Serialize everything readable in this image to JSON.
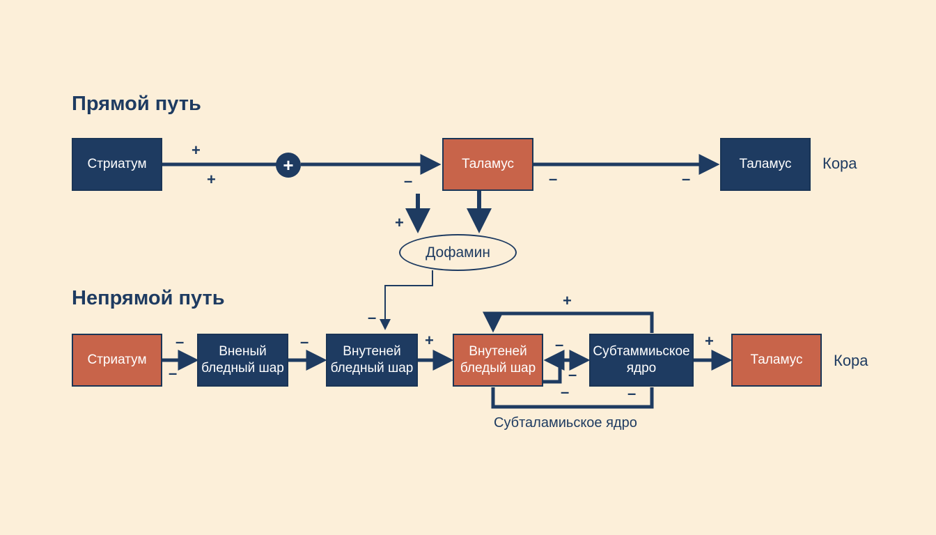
{
  "direct": {
    "title": "Прямой путь",
    "striatum": "Стриатум",
    "node": "+",
    "thalamus1": "Таламус",
    "thalamus2": "Таламус",
    "cortex": "Кора"
  },
  "dopamine": "Дофамин",
  "indirect": {
    "title": "Непрямой путь",
    "striatum": "Стриатум",
    "gpe1": "Вненый\nбледный шар",
    "gpe2": "Внутеней\nбледный шар",
    "gpi": "Внутеней\nбледый шар",
    "stn": "Субтаммиьское\nядро",
    "thalamus": "Таламус",
    "cortex": "Кора",
    "bottom_label": "Субталамиьское ядро"
  },
  "signs": {
    "plus": "+",
    "minus": "–"
  },
  "colors": {
    "background": "#fcefd9",
    "navy": "#1e3b61",
    "orange": "#c8644a"
  }
}
